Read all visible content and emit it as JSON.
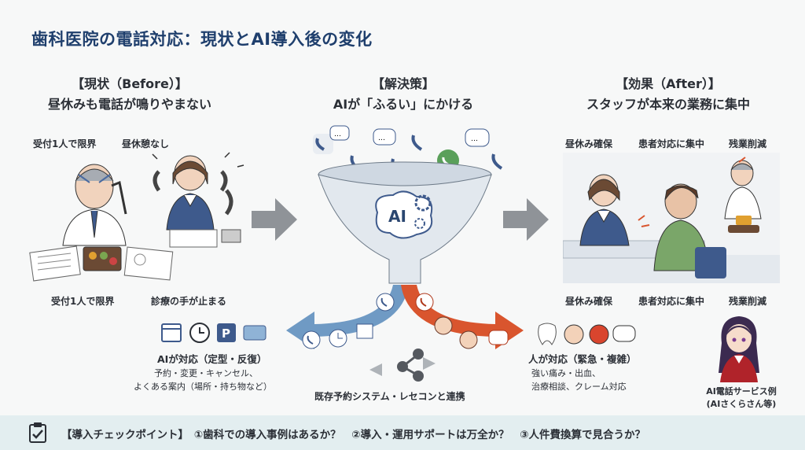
{
  "title": "歯科医院の電話対応：現状とAI導入後の変化",
  "before": {
    "heading_1": "【現状（Before）】",
    "heading_2": "昼休みも電話が鳴りやまない",
    "top_label_1": "受付1人で限界",
    "top_label_2": "昼休憩なし",
    "bottom_label_1": "受付1人で限界",
    "bottom_label_2": "診療の手が止まる"
  },
  "solution": {
    "heading_1": "【解決策】",
    "heading_2": "AIが「ふるい」にかける",
    "funnel_label": "AI",
    "left_title": "AIが対応（定型・反復）",
    "left_line_1": "予約・変更・キャンセル、",
    "left_line_2": "よくある案内（場所・持ち物など）",
    "center_label": "既存予約システム・レセコンと連携",
    "right_title": "人が対応（緊急・複雑）",
    "right_line_1": "強い痛み・出血、",
    "right_line_2": "治療相談、クレーム対応"
  },
  "after": {
    "heading_1": "【効果（After）】",
    "heading_2": "スタッフが本来の業務に集中",
    "top_labels": [
      "昼休み確保",
      "患者対応に集中",
      "残業削減"
    ],
    "bottom_labels": [
      "昼休み確保",
      "患者対応に集中",
      "残業削減"
    ],
    "service_line_1": "AI電話サービス例",
    "service_line_2": "(AIさくらさん等)"
  },
  "footer": {
    "text": "【導入チェックポイント】　①歯科での導入事例はあるか？　②導入・運用サポートは万全か？　③人件費換算で見合うか？"
  }
}
